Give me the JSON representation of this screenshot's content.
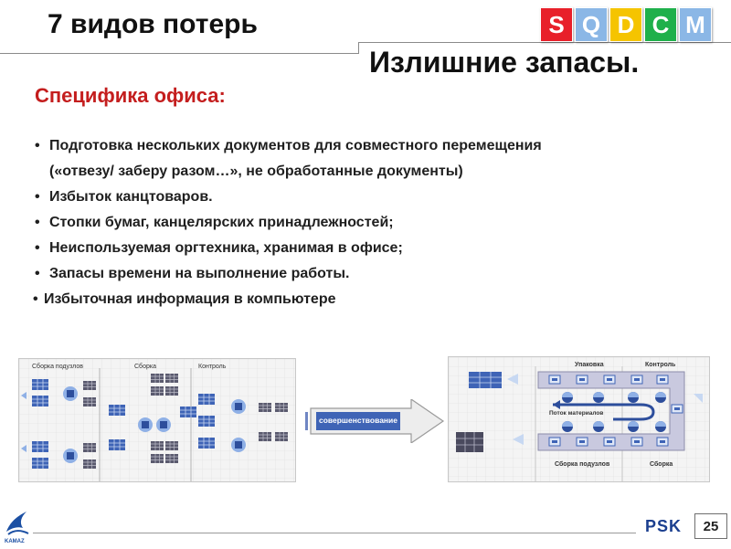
{
  "header": {
    "title": "7 видов потерь",
    "subtitle": "Излишние запасы."
  },
  "sqdcm": [
    {
      "letter": "S",
      "color": "#e8202a"
    },
    {
      "letter": "Q",
      "color": "#8bb7e6"
    },
    {
      "letter": "D",
      "color": "#f5c400"
    },
    {
      "letter": "C",
      "color": "#1fb04b"
    },
    {
      "letter": "M",
      "color": "#8bb7e6"
    }
  ],
  "section_title": "Специфика офиса:",
  "bullets": [
    "Подготовка нескольких документов для совместного перемещения",
    "(«отвезу/ заберу разом…»,  не обработанные документы)",
    "Избыток канцтоваров.",
    "Стопки бумаг, канцелярских принадлежностей;",
    "Неиспользуемая оргтехника, хранимая в офисе;",
    "Запасы времени на выполнение работы.",
    "Избыточная информация в компьютере"
  ],
  "diagram_before": {
    "labels": [
      "Сборка подузлов",
      "Сборка",
      "Контроль"
    ]
  },
  "arrow_label": "совершенствование",
  "diagram_after": {
    "labels": [
      "Упаковка",
      "Контроль",
      "Поток материалов",
      "Сборка подузлов",
      "Сборка"
    ]
  },
  "footer": {
    "brand": "PSK",
    "page": "25",
    "logo_text": "KAMAZ"
  },
  "colors": {
    "accent_red": "#c41e1e",
    "brand_blue": "#1b3f8f",
    "bin_blue": "#3f64b6"
  }
}
